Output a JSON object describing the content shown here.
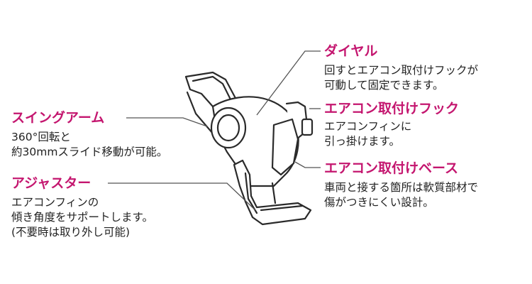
{
  "accent_color": "#c4166f",
  "text_color": "#222222",
  "callouts": {
    "dial": {
      "title": "ダイヤル",
      "lines": [
        "回すとエアコン取付けフックが",
        "可動して固定できます。"
      ]
    },
    "hook": {
      "title": "エアコン取付けフック",
      "lines": [
        "エアコンフィンに",
        "引っ掛けます。"
      ]
    },
    "base": {
      "title": "エアコン取付けベース",
      "lines": [
        "車両と接する箇所は軟質部材で",
        "傷がつきにくい設計。"
      ]
    },
    "swing_arm": {
      "title": "スイングアーム",
      "lines": [
        "360°回転と",
        "約30mmスライド移動が可能。"
      ]
    },
    "adjuster": {
      "title": "アジャスター",
      "lines": [
        "エアコンフィンの",
        "傾き角度をサポートします。",
        "(不要時は取り外し可能)"
      ]
    }
  }
}
